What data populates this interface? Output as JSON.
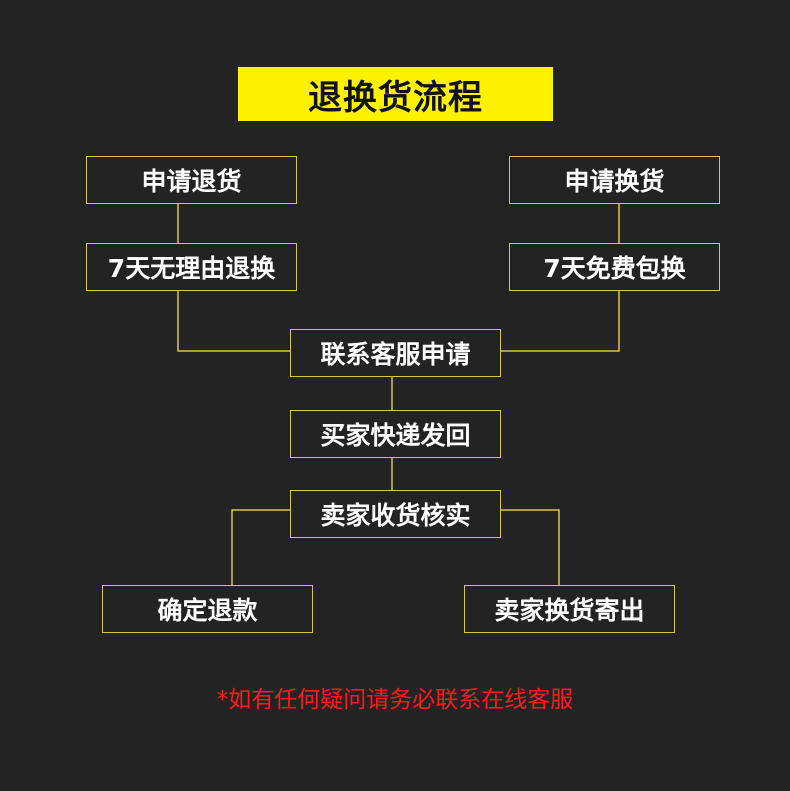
{
  "title": "退换货流程",
  "nodes": {
    "apply_return": "申请退货",
    "seven_day_return": "7天无理由退换",
    "apply_exchange": "申请换货",
    "seven_day_exchange": "7天免费包换",
    "contact_service": "联系客服申请",
    "buyer_ship_back": "买家快递发回",
    "seller_verify": "卖家收货核实",
    "confirm_refund": "确定退款",
    "seller_ship_exchange": "卖家换货寄出"
  },
  "note": "*如有任何疑问请务必联系在线客服",
  "colors": {
    "background": "#232323",
    "title_bg": "#fff200",
    "line": "#d6c64a",
    "note": "#ff1a1a"
  }
}
